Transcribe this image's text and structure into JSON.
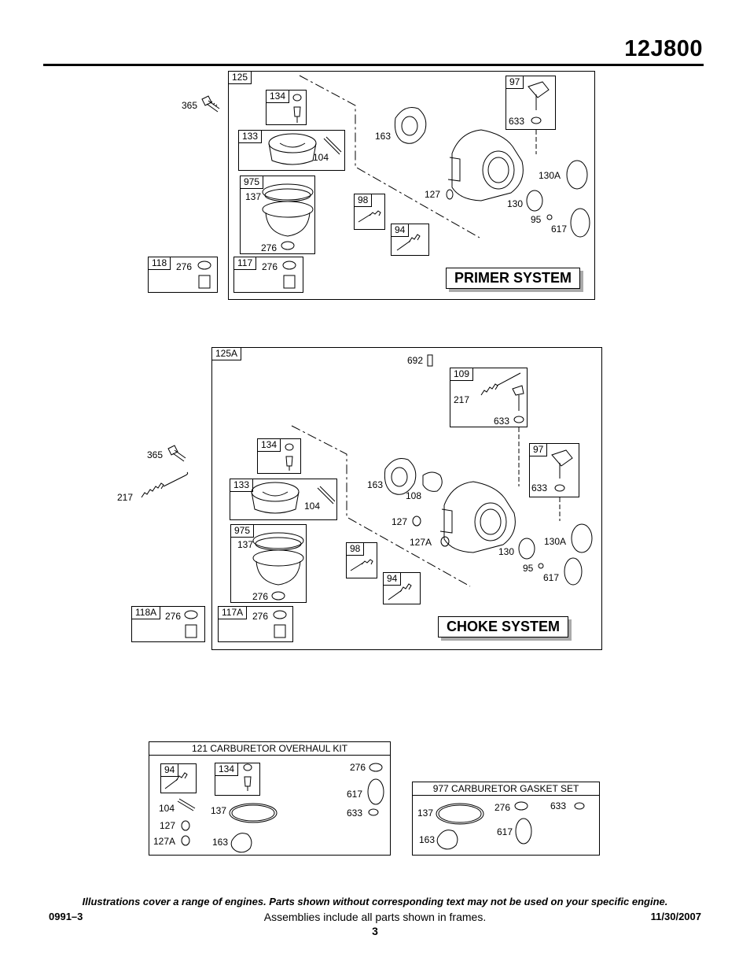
{
  "header": {
    "model": "12J800"
  },
  "primer": {
    "frame_tag": "125",
    "system_label": "PRIMER SYSTEM",
    "labels": {
      "p365": "365",
      "p134": "134",
      "p133": "133",
      "p104": "104",
      "p975": "975",
      "p137": "137",
      "p276": "276",
      "p163": "163",
      "p98": "98",
      "p94": "94",
      "p127": "127",
      "p97": "97",
      "p633": "633",
      "p130A": "130A",
      "p130": "130",
      "p95": "95",
      "p617": "617",
      "p118": "118",
      "p118_276": "276",
      "p117": "117",
      "p117_276": "276"
    }
  },
  "choke": {
    "frame_tag": "125A",
    "system_label": "CHOKE SYSTEM",
    "labels": {
      "p692": "692",
      "p109": "109",
      "p217a": "217",
      "p633a": "633",
      "p365": "365",
      "p217": "217",
      "p134": "134",
      "p133": "133",
      "p104": "104",
      "p975": "975",
      "p137": "137",
      "p276": "276",
      "p163": "163",
      "p108": "108",
      "p127": "127",
      "p127A": "127A",
      "p97": "97",
      "p633b": "633",
      "p130": "130",
      "p130A": "130A",
      "p95": "95",
      "p617": "617",
      "p98": "98",
      "p94": "94",
      "p118A": "118A",
      "p118A_276": "276",
      "p117A": "117A",
      "p117A_276": "276"
    }
  },
  "overhaul_kit": {
    "title": "121 CARBURETOR OVERHAUL KIT",
    "labels": {
      "p94": "94",
      "p134": "134",
      "p276": "276",
      "p617": "617",
      "p633": "633",
      "p104": "104",
      "p127": "127",
      "p127A": "127A",
      "p137": "137",
      "p163": "163"
    }
  },
  "gasket_set": {
    "title": "977 CARBURETOR GASKET SET",
    "labels": {
      "p137": "137",
      "p276": "276",
      "p633": "633",
      "p617": "617",
      "p163": "163"
    }
  },
  "footer": {
    "disclaimer": "Illustrations cover a range of engines. Parts shown without corresponding text may not be used on your specific engine.",
    "code": "0991–3",
    "assemblies": "Assemblies include all parts shown in frames.",
    "date": "11/30/2007",
    "page": "3"
  }
}
